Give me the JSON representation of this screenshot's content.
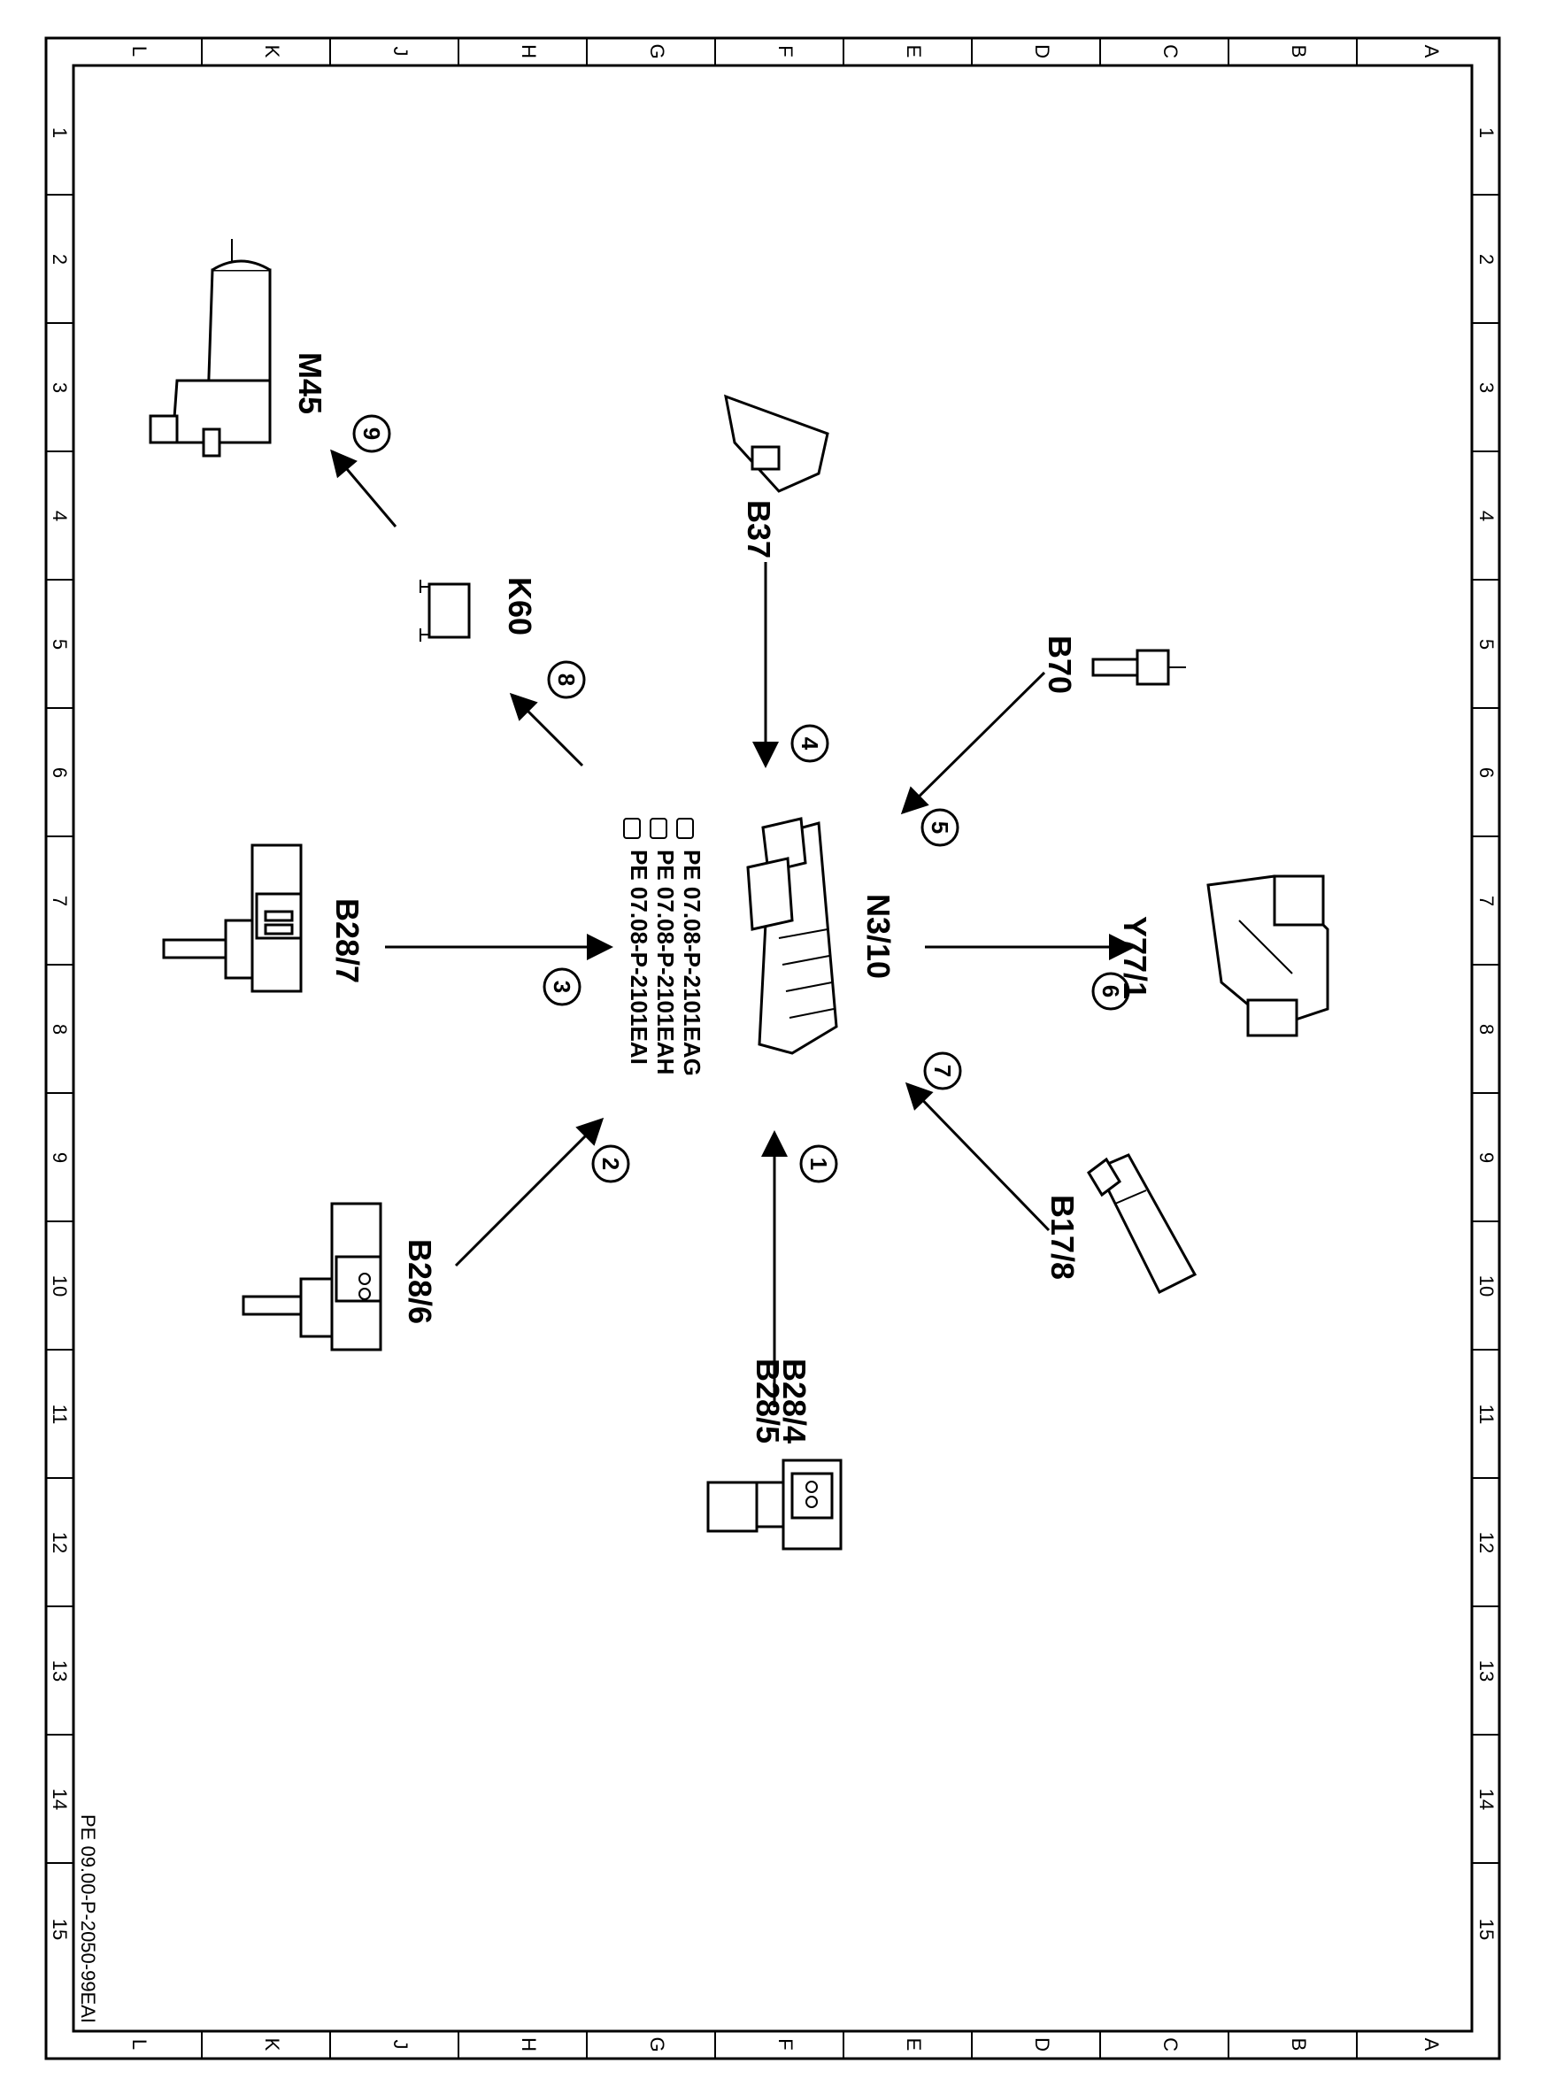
{
  "frame": {
    "letters": [
      "L",
      "K",
      "J",
      "H",
      "G",
      "F",
      "E",
      "D",
      "C",
      "B",
      "A"
    ],
    "numbers": [
      "1",
      "2",
      "3",
      "4",
      "5",
      "6",
      "7",
      "8",
      "9",
      "10",
      "11",
      "12",
      "13",
      "14",
      "15"
    ]
  },
  "components": {
    "n3_10": "N3/10",
    "y77_1": "Y77/1",
    "b70": "B70",
    "b37": "B37",
    "k60": "K60",
    "m45": "M45",
    "b28_7": "B28/7",
    "b28_6": "B28/6",
    "b28_4": "B28/4",
    "b28_5": "B28/5",
    "b17_8": "B17/8"
  },
  "references": [
    "PE 07.08-P-2101EAG",
    "PE 07.08-P-2101EAH",
    "PE 07.08-P-2101EAI"
  ],
  "callouts": [
    "1",
    "2",
    "3",
    "4",
    "5",
    "6",
    "7",
    "8",
    "9"
  ],
  "footer": "PE 09.00-P-2050-99EAI"
}
